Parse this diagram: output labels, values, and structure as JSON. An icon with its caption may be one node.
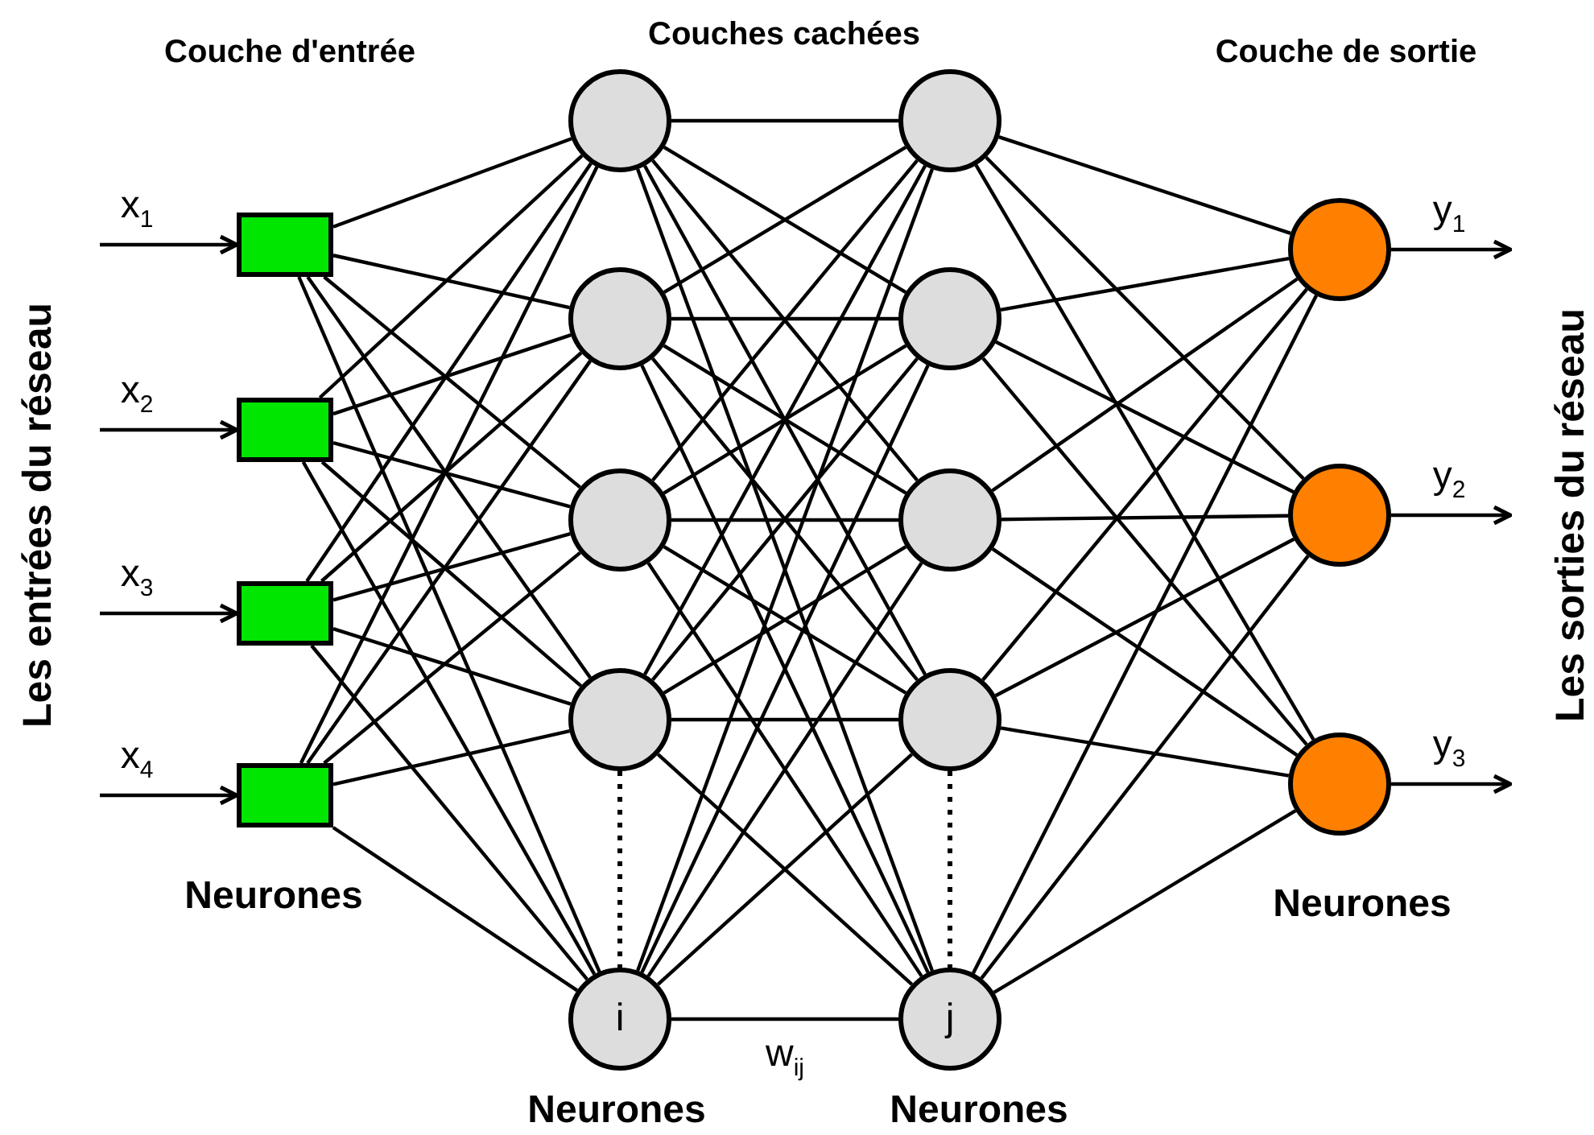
{
  "diagram": {
    "nodes": [
      {
        "text": [],
        "shape": "box"
      },
      {
        "text": [],
        "shape": "box"
      },
      {
        "text": [],
        "shape": "box"
      },
      {
        "text": [],
        "shape": "box"
      },
      {
        "text": [],
        "shape": "circle"
      },
      {
        "text": [],
        "shape": "circle"
      },
      {
        "text": [],
        "shape": "circle"
      },
      {
        "text": [],
        "shape": "circle"
      },
      {
        "text": [
          "i"
        ]
      },
      {
        "text": [],
        "shape": "circle"
      },
      {
        "text": [],
        "shape": "circle"
      },
      {
        "text": [],
        "shape": "circle"
      },
      {
        "text": [],
        "shape": "circle"
      },
      {
        "text": [
          "j"
        ]
      },
      {
        "text": [],
        "shape": "circle"
      },
      {
        "text": [],
        "shape": "circle"
      },
      {
        "text": [],
        "shape": "circle"
      }
    ],
    "edges": [
      {
        "from": null,
        "to": 0,
        "arrow": "to",
        "label": "x$_{1}$"
      },
      {
        "from": null,
        "to": 1,
        "arrow": "to",
        "label": "x$_{2}$"
      },
      {
        "from": null,
        "to": 2,
        "arrow": "to",
        "label": "x$_{3}$"
      },
      {
        "from": null,
        "to": 3,
        "arrow": "to",
        "label": "x$_{4}$"
      },
      {
        "from": 0,
        "to": 4,
        "arrow": "none"
      },
      {
        "from": 0,
        "to": 5,
        "arrow": "none"
      },
      {
        "from": 0,
        "to": 6,
        "arrow": "none"
      },
      {
        "from": 0,
        "to": 7,
        "arrow": "none"
      },
      {
        "from": 0,
        "to": 8,
        "arrow": "none"
      },
      {
        "from": 1,
        "to": 4,
        "arrow": "none"
      },
      {
        "from": 1,
        "to": 5,
        "arrow": "none"
      },
      {
        "from": 1,
        "to": 6,
        "arrow": "none"
      },
      {
        "from": 1,
        "to": 7,
        "arrow": "none"
      },
      {
        "from": 1,
        "to": 8,
        "arrow": "none"
      },
      {
        "from": 2,
        "to": 4,
        "arrow": "none"
      },
      {
        "from": 2,
        "to": 5,
        "arrow": "none"
      },
      {
        "from": 2,
        "to": 6,
        "arrow": "none"
      },
      {
        "from": 2,
        "to": 7,
        "arrow": "none"
      },
      {
        "from": 2,
        "to": 8,
        "arrow": "none"
      },
      {
        "from": 3,
        "to": 4,
        "arrow": "none"
      },
      {
        "from": 3,
        "to": 5,
        "arrow": "none"
      },
      {
        "from": 3,
        "to": 6,
        "arrow": "none"
      },
      {
        "from": 3,
        "to": 7,
        "arrow": "none"
      },
      {
        "from": 3,
        "to": 8,
        "arrow": "none"
      },
      {
        "from": 4,
        "to": 9,
        "arrow": "none"
      },
      {
        "from": 4,
        "to": 10,
        "arrow": "none"
      },
      {
        "from": 4,
        "to": 11,
        "arrow": "none"
      },
      {
        "from": 4,
        "to": 12,
        "arrow": "none"
      },
      {
        "from": 4,
        "to": 13,
        "arrow": "none"
      },
      {
        "from": 5,
        "to": 9,
        "arrow": "none"
      },
      {
        "from": 5,
        "to": 10,
        "arrow": "none"
      },
      {
        "from": 5,
        "to": 11,
        "arrow": "none"
      },
      {
        "from": 5,
        "to": 12,
        "arrow": "none"
      },
      {
        "from": 5,
        "to": 13,
        "arrow": "none"
      },
      {
        "from": 6,
        "to": 9,
        "arrow": "none"
      },
      {
        "from": 6,
        "to": 10,
        "arrow": "none"
      },
      {
        "from": 6,
        "to": 11,
        "arrow": "none"
      },
      {
        "from": 6,
        "to": 12,
        "arrow": "none"
      },
      {
        "from": 6,
        "to": 13,
        "arrow": "none"
      },
      {
        "from": 7,
        "to": 9,
        "arrow": "none"
      },
      {
        "from": 7,
        "to": 10,
        "arrow": "none"
      },
      {
        "from": 7,
        "to": 11,
        "arrow": "none"
      },
      {
        "from": 7,
        "to": 12,
        "arrow": "none"
      },
      {
        "from": 7,
        "to": 13,
        "arrow": "none"
      },
      {
        "from": 8,
        "to": 9,
        "arrow": "none"
      },
      {
        "from": 8,
        "to": 10,
        "arrow": "none"
      },
      {
        "from": 8,
        "to": 11,
        "arrow": "none"
      },
      {
        "from": 8,
        "to": 12,
        "arrow": "none"
      },
      {
        "from": 8,
        "to": 13,
        "arrow": "none",
        "label": "w$_{ij}$"
      },
      {
        "from": 9,
        "to": 14,
        "arrow": "none"
      },
      {
        "from": 9,
        "to": 15,
        "arrow": "none"
      },
      {
        "from": 9,
        "to": 16,
        "arrow": "none"
      },
      {
        "from": 10,
        "to": 14,
        "arrow": "none"
      },
      {
        "from": 10,
        "to": 15,
        "arrow": "none"
      },
      {
        "from": 10,
        "to": 16,
        "arrow": "none"
      },
      {
        "from": 11,
        "to": 14,
        "arrow": "none"
      },
      {
        "from": 11,
        "to": 15,
        "arrow": "none"
      },
      {
        "from": 11,
        "to": 16,
        "arrow": "none"
      },
      {
        "from": 12,
        "to": 14,
        "arrow": "none"
      },
      {
        "from": 12,
        "to": 15,
        "arrow": "none"
      },
      {
        "from": 12,
        "to": 16,
        "arrow": "none"
      },
      {
        "from": 13,
        "to": 14,
        "arrow": "none"
      },
      {
        "from": 13,
        "to": 15,
        "arrow": "none"
      },
      {
        "from": 13,
        "to": 16,
        "arrow": "none"
      },
      {
        "from": 14,
        "to": null,
        "arrow": "to",
        "label": "y$_{1}$"
      },
      {
        "from": 15,
        "to": null,
        "arrow": "to",
        "label": "y$_{2}$"
      },
      {
        "from": 16,
        "to": null,
        "arrow": "to",
        "label": "y$_{3}$"
      },
      {
        "from": 7,
        "to": 8,
        "arrow": "none",
        "style": "dashed"
      },
      {
        "from": 12,
        "to": 13,
        "arrow": "none",
        "style": "dashed"
      }
    ],
    "labels": [
      "Couche d'entrée",
      "Couches cachées",
      "Couche de sortie",
      "Les entrées du réseau",
      "Les sorties du réseau",
      "Neurones",
      "Neurones",
      "Neurones",
      "Neurones"
    ]
  }
}
